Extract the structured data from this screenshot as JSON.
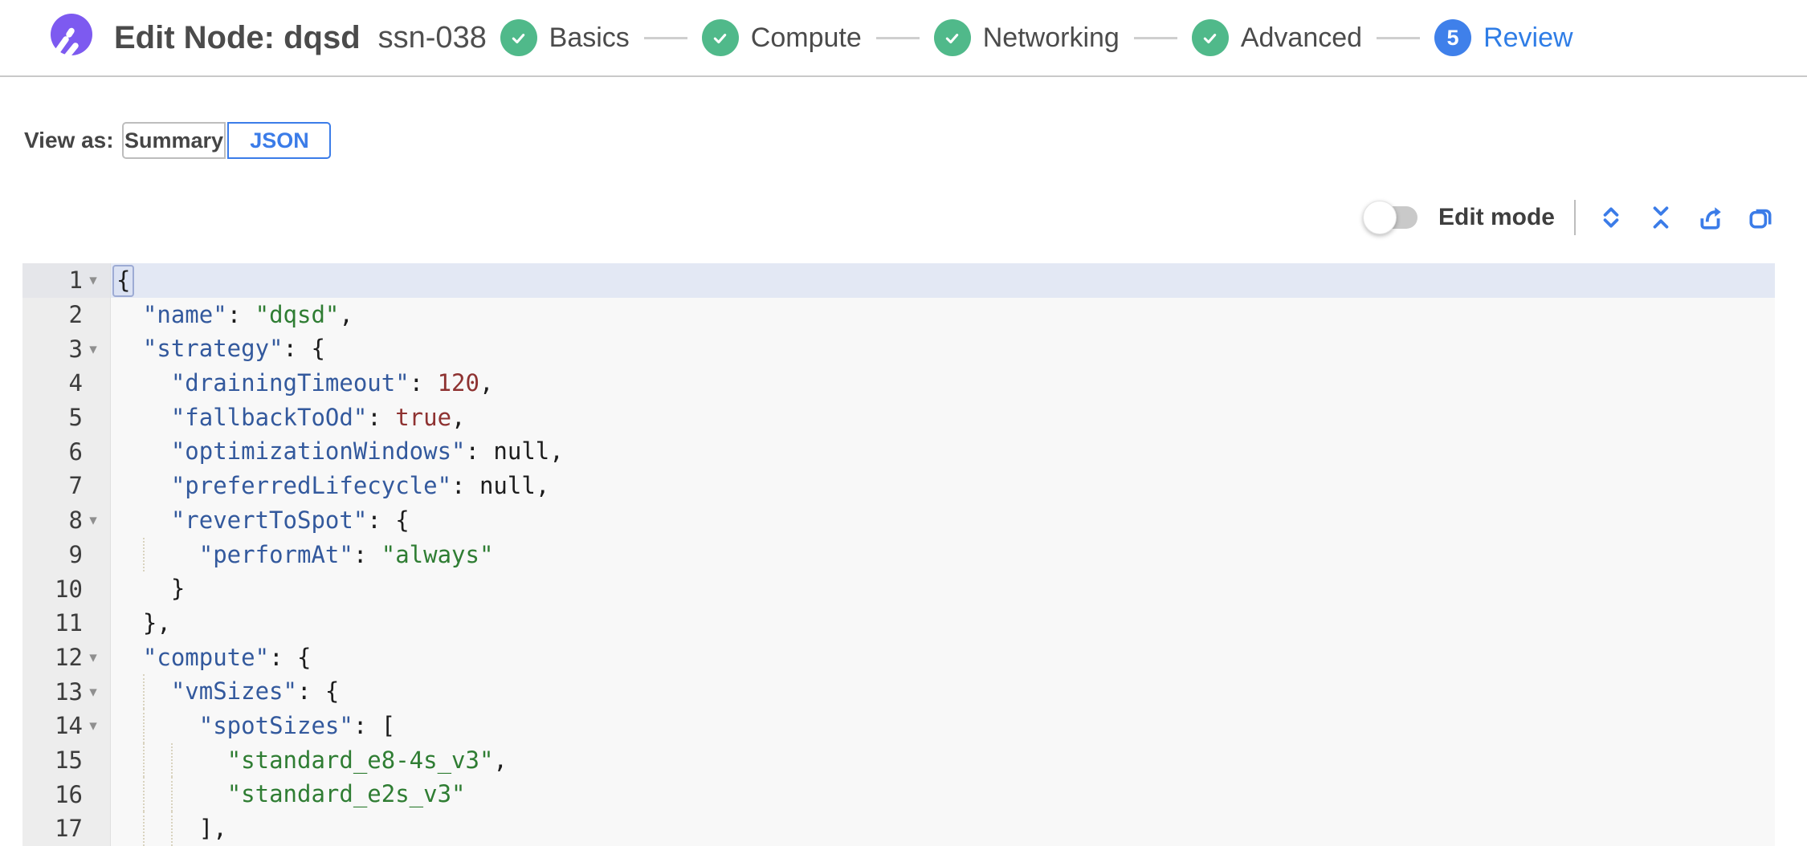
{
  "header": {
    "title": "Edit Node: dqsd",
    "node_id": "ssn-038",
    "steps": [
      {
        "label": "Basics",
        "state": "done"
      },
      {
        "label": "Compute",
        "state": "done"
      },
      {
        "label": "Networking",
        "state": "done"
      },
      {
        "label": "Advanced",
        "state": "done"
      },
      {
        "label": "Review",
        "state": "active",
        "number": "5"
      }
    ]
  },
  "view_as": {
    "label": "View as:",
    "options": [
      {
        "label": "Summary",
        "active": false
      },
      {
        "label": "JSON",
        "active": true
      }
    ]
  },
  "toolbar": {
    "edit_mode_label": "Edit mode",
    "edit_mode_on": false,
    "icons": [
      "expand-all-icon",
      "collapse-all-icon",
      "export-icon",
      "copy-icon"
    ]
  },
  "editor": {
    "active_line": 1,
    "lines": [
      {
        "n": 1,
        "fold": true,
        "parts": [
          [
            "m",
            "{"
          ]
        ]
      },
      {
        "n": 2,
        "fold": false,
        "parts": [
          [
            "p",
            "  "
          ],
          [
            "k",
            "\"name\""
          ],
          [
            "p",
            ": "
          ],
          [
            "s",
            "\"dqsd\""
          ],
          [
            "p",
            ","
          ]
        ]
      },
      {
        "n": 3,
        "fold": true,
        "parts": [
          [
            "p",
            "  "
          ],
          [
            "k",
            "\"strategy\""
          ],
          [
            "p",
            ": {"
          ]
        ]
      },
      {
        "n": 4,
        "fold": false,
        "parts": [
          [
            "p",
            "    "
          ],
          [
            "k",
            "\"drainingTimeout\""
          ],
          [
            "p",
            ": "
          ],
          [
            "n",
            "120"
          ],
          [
            "p",
            ","
          ]
        ]
      },
      {
        "n": 5,
        "fold": false,
        "parts": [
          [
            "p",
            "    "
          ],
          [
            "k",
            "\"fallbackToOd\""
          ],
          [
            "p",
            ": "
          ],
          [
            "b",
            "true"
          ],
          [
            "p",
            ","
          ]
        ]
      },
      {
        "n": 6,
        "fold": false,
        "parts": [
          [
            "p",
            "    "
          ],
          [
            "k",
            "\"optimizationWindows\""
          ],
          [
            "p",
            ": "
          ],
          [
            "x",
            "null"
          ],
          [
            "p",
            ","
          ]
        ]
      },
      {
        "n": 7,
        "fold": false,
        "parts": [
          [
            "p",
            "    "
          ],
          [
            "k",
            "\"preferredLifecycle\""
          ],
          [
            "p",
            ": "
          ],
          [
            "x",
            "null"
          ],
          [
            "p",
            ","
          ]
        ]
      },
      {
        "n": 8,
        "fold": true,
        "parts": [
          [
            "p",
            "    "
          ],
          [
            "k",
            "\"revertToSpot\""
          ],
          [
            "p",
            ": {"
          ]
        ]
      },
      {
        "n": 9,
        "fold": false,
        "g": [
          2
        ],
        "parts": [
          [
            "p",
            "      "
          ],
          [
            "k",
            "\"performAt\""
          ],
          [
            "p",
            ": "
          ],
          [
            "s",
            "\"always\""
          ]
        ]
      },
      {
        "n": 10,
        "fold": false,
        "parts": [
          [
            "p",
            "    }"
          ]
        ]
      },
      {
        "n": 11,
        "fold": false,
        "parts": [
          [
            "p",
            "  },"
          ]
        ]
      },
      {
        "n": 12,
        "fold": true,
        "parts": [
          [
            "p",
            "  "
          ],
          [
            "k",
            "\"compute\""
          ],
          [
            "p",
            ": {"
          ]
        ]
      },
      {
        "n": 13,
        "fold": true,
        "g": [
          2
        ],
        "parts": [
          [
            "p",
            "    "
          ],
          [
            "k",
            "\"vmSizes\""
          ],
          [
            "p",
            ": {"
          ]
        ]
      },
      {
        "n": 14,
        "fold": true,
        "g": [
          2
        ],
        "parts": [
          [
            "p",
            "      "
          ],
          [
            "k",
            "\"spotSizes\""
          ],
          [
            "p",
            ": ["
          ]
        ]
      },
      {
        "n": 15,
        "fold": false,
        "g": [
          2,
          4
        ],
        "parts": [
          [
            "p",
            "        "
          ],
          [
            "s",
            "\"standard_e8-4s_v3\""
          ],
          [
            "p",
            ","
          ]
        ]
      },
      {
        "n": 16,
        "fold": false,
        "g": [
          2,
          4
        ],
        "parts": [
          [
            "p",
            "        "
          ],
          [
            "s",
            "\"standard_e2s_v3\""
          ]
        ]
      },
      {
        "n": 17,
        "fold": false,
        "g": [
          2,
          4
        ],
        "parts": [
          [
            "p",
            "      ],"
          ]
        ]
      }
    ]
  },
  "colors": {
    "accent_blue": "#3b7ce8",
    "review_blue": "#2f7de6",
    "step_active_blue": "#3f80ea",
    "step_done_green": "#50b98a",
    "logo_purple": "#7d5af0",
    "json_key": "#33599d",
    "json_string": "#2f7d33",
    "json_number": "#8e3231",
    "editor_bg": "#f8f8f8",
    "gutter_bg": "#ededed",
    "active_line_bg": "#e3e8f4"
  }
}
